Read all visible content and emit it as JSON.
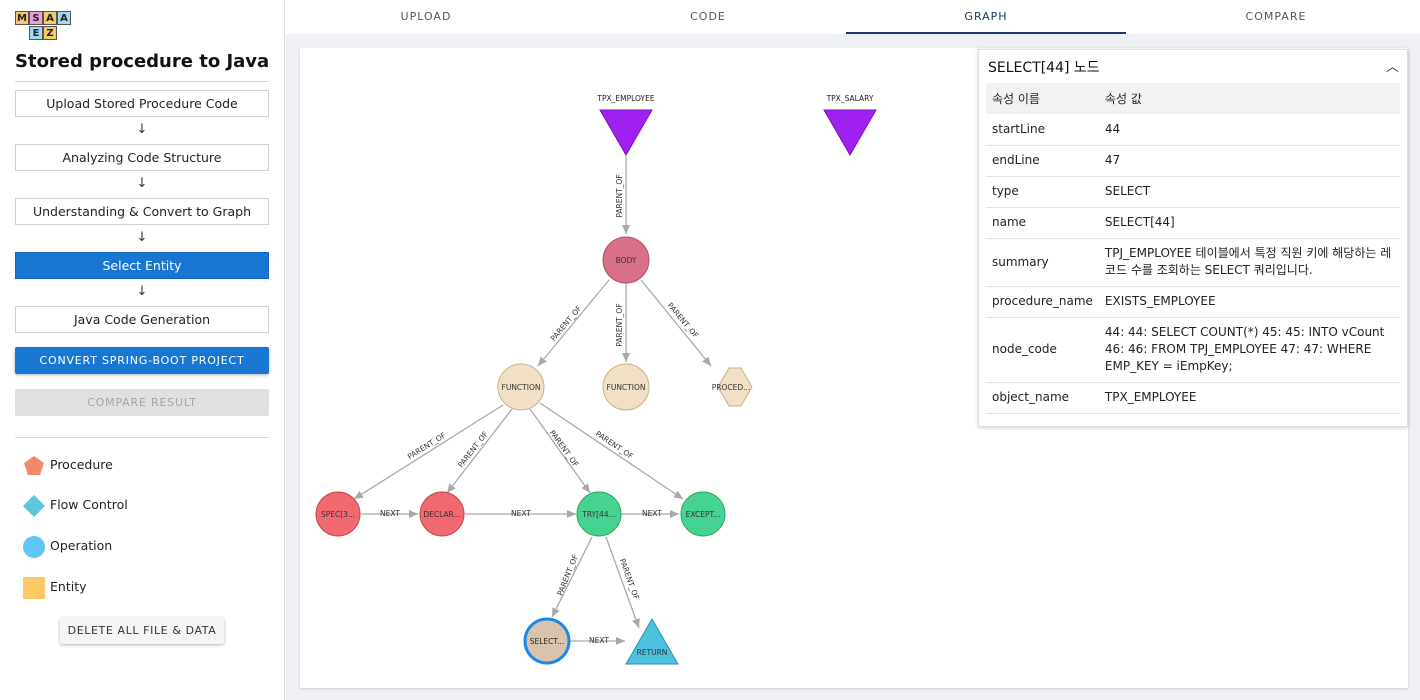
{
  "sidebar": {
    "logo_letters": [
      "M",
      "S",
      "A",
      "E",
      "Z"
    ],
    "title": "Stored procedure to Java",
    "steps": [
      "Upload Stored Procedure Code",
      "Analyzing Code Structure",
      "Understanding & Convert to Graph",
      "Select Entity",
      "Java Code Generation"
    ],
    "active_step": "Select Entity",
    "convert_button": "CONVERT SPRING-BOOT PROJECT",
    "compare_button": "COMPARE RESULT",
    "legend": [
      {
        "label": "Procedure",
        "icon": "pentagon-icon",
        "color": "#f2896b"
      },
      {
        "label": "Flow Control",
        "icon": "diamond-icon",
        "color": "#5bc8dd"
      },
      {
        "label": "Operation",
        "icon": "circle-icon",
        "color": "#5ec7f5"
      },
      {
        "label": "Entity",
        "icon": "square-icon",
        "color": "#fdc765"
      }
    ],
    "delete_button": "DELETE ALL FILE & DATA"
  },
  "tabs": [
    "UPLOAD",
    "CODE",
    "GRAPH",
    "COMPARE"
  ],
  "active_tab": "GRAPH",
  "graph": {
    "nodes": {
      "tpx_employee": "TPX_EMPLOYEE",
      "tpx_salary": "TPX_SALARY",
      "body": "BODY",
      "function1": "FUNCTION",
      "function2": "FUNCTION",
      "proced": "PROCED...",
      "spec": "SPEC[3...",
      "declar": "DECLAR...",
      "try": "TRY[44...",
      "except": "EXCEPT...",
      "select": "SELECT...",
      "return": "RETURN"
    },
    "edge_labels": {
      "parent_of": "PARENT_OF",
      "next": "NEXT"
    },
    "colors": {
      "entity": "#a020f0",
      "body": "#d9708a",
      "function": "#f1e0c5",
      "declare": "#f06870",
      "try": "#46d291",
      "select": "#d9c4ab",
      "return": "#4fc1e0",
      "edge": "#a8a8a8"
    }
  },
  "panel": {
    "title": "SELECT[44] 노드",
    "headers": [
      "속성 이름",
      "속성 값"
    ],
    "rows": [
      {
        "key": "startLine",
        "value": "44"
      },
      {
        "key": "endLine",
        "value": "47"
      },
      {
        "key": "type",
        "value": "SELECT"
      },
      {
        "key": "name",
        "value": "SELECT[44]"
      },
      {
        "key": "summary",
        "value": "TPJ_EMPLOYEE 테이블에서 특정 직원 키에 해당하는 레코드 수를 조회하는 SELECT 쿼리입니다."
      },
      {
        "key": "procedure_name",
        "value": "EXISTS_EMPLOYEE"
      },
      {
        "key": "node_code",
        "value": "44: 44: SELECT COUNT(*) 45: 45: INTO vCount 46: 46: FROM TPJ_EMPLOYEE 47: 47: WHERE EMP_KEY = iEmpKey;"
      },
      {
        "key": "object_name",
        "value": "TPX_EMPLOYEE"
      }
    ]
  }
}
